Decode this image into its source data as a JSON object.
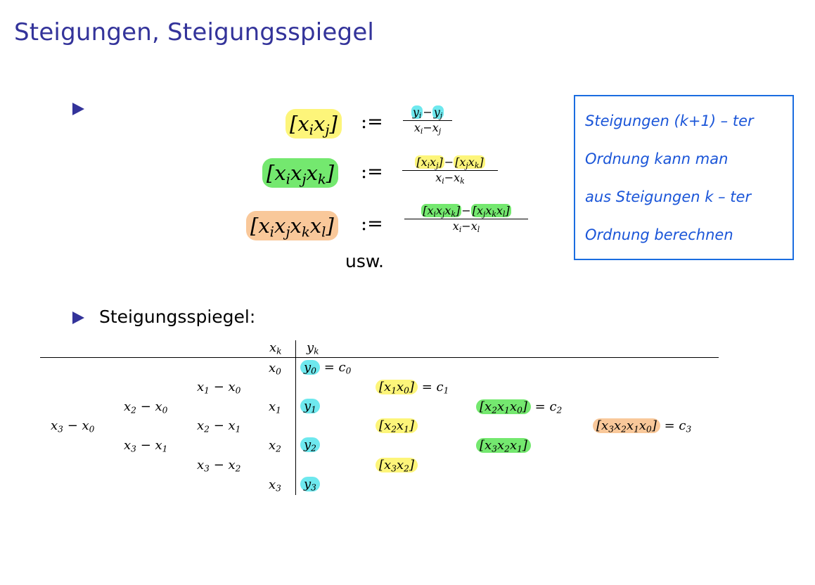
{
  "title": "Steigungen, Steigungsspiegel",
  "definitions": {
    "assign": ":=",
    "usw": "usw."
  },
  "note": {
    "line1": "Steigungen (k+1) – ter",
    "line2": "Ordnung  kann man",
    "line3": "aus  Steigungen  k – ter",
    "line4": "Ordnung  berechnen"
  },
  "steigungsspiegel_label": "Steigungsspiegel:",
  "colors": {
    "title": "#33339a",
    "yellow": "#fdf57a",
    "green": "#74e86f",
    "orange": "#f9c89a",
    "cyan": "#6ee8ee",
    "note": "#1a55d8"
  },
  "table": {
    "header_x": "xk",
    "header_y": "yk",
    "c0": "= c0",
    "c1": "= c1",
    "c2": "= c2",
    "c3": "= c3"
  }
}
